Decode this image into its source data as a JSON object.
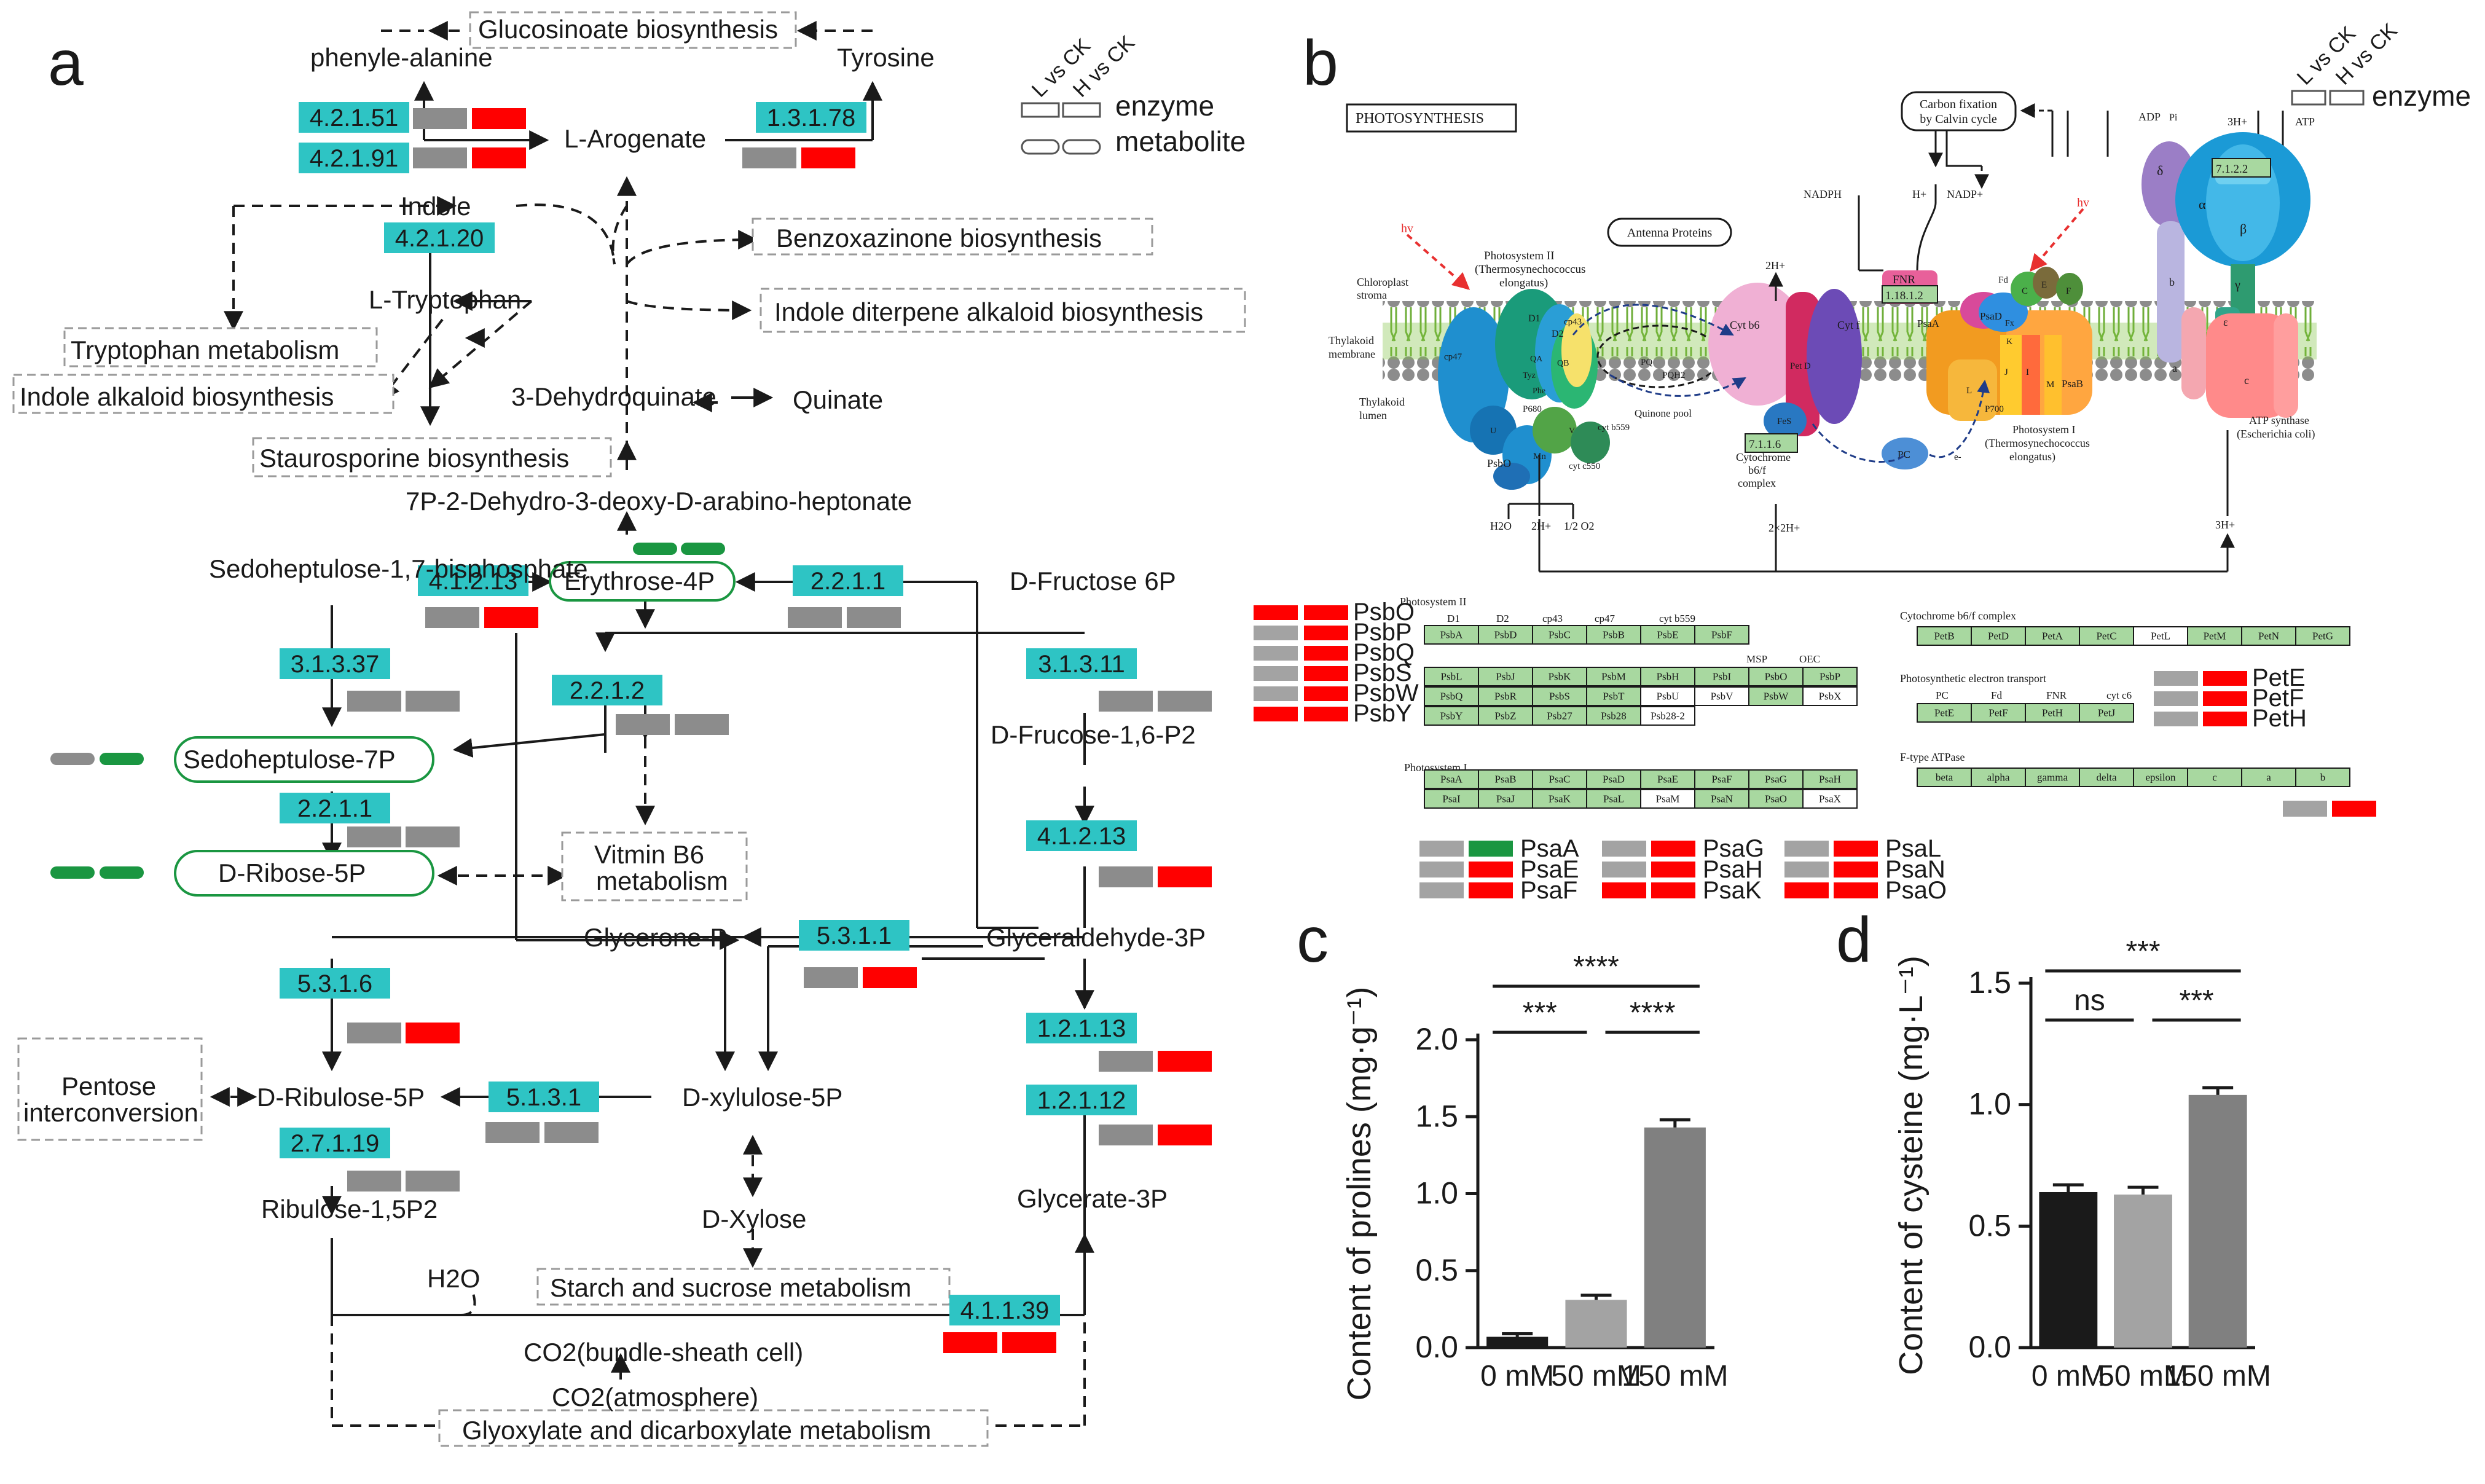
{
  "panel_letters": {
    "a": "a",
    "b": "b",
    "c": "c",
    "d": "d"
  },
  "colors": {
    "teal": "#2ec4c4",
    "gray": "#8c8c8c",
    "red": "#ff0000",
    "green": "#1a9641",
    "mem_green": "#7bbf3c",
    "pale_green": "#a8d8a0",
    "axis": "#1a1a1a",
    "bar_black": "#1a1a1a",
    "bar_lightgray": "#a3a3a3",
    "bar_gray": "#808080"
  },
  "legend_a": {
    "lvsck": "L vs CK",
    "hvsck": "H vs CK",
    "enzyme": "enzyme",
    "metabolite": "metabolite"
  },
  "legend_b": {
    "lvsck": "L vs CK",
    "hvsck": "H vs CK",
    "enzyme": "enzyme"
  },
  "pathway_a": {
    "metabolites": {
      "phenylalanine": "phenyle-alanine",
      "tyrosine": "Tyrosine",
      "arogenate": "L-Arogenate",
      "indole": "Indole",
      "tryptophan": "L-Tryptophan",
      "dehydroquinate": "3-Dehydroquinate",
      "quinate": "Quinate",
      "dahp": "7P-2-Dehydro-3-deoxy-D-arabino-heptonate",
      "sbp": "Sedoheptulose-1,7-bisphosphate",
      "e4p": "Erythrose-4P",
      "f6p": "D-Fructose 6P",
      "s7p": "Sedoheptulose-7P",
      "fbp": "D-Frucose-1,6-P2",
      "r5p": "D-Ribose-5P",
      "glycerone": "Glycerone-P",
      "g3p": "Glyceraldehyde-3P",
      "ru5p": "D-Ribulose-5P",
      "xu5p": "D-xylulose-5P",
      "rubp": "Ribulose-1,5P2",
      "xylose": "D-Xylose",
      "glycerate": "Glycerate-3P",
      "h2o": "H2O",
      "co2_bundle": "CO2(bundle-sheath cell)",
      "co2_atm": "CO2(atmosphere)"
    },
    "pathways": {
      "glucosinolate": "Glucosinoate biosynthesis",
      "benzoxazinone": "Benzoxazinone biosynthesis",
      "indole_diterpene": "Indole diterpene alkaloid biosynthesis",
      "trp_metabolism": "Tryptophan metabolism",
      "indole_alkaloid": "Indole alkaloid biosynthesis",
      "staurosporine": "Staurosporine biosynthesis",
      "vitb6_1": "Vitmin B6",
      "vitb6_2": "metabolism",
      "pentose_1": "Pentose",
      "pentose_2": "interconversion",
      "starch": "Starch and sucrose metabolism",
      "glyoxylate": "Glyoxylate and dicarboxylate metabolism"
    },
    "enzymes": {
      "e4_2_1_51": "4.2.1.51",
      "e4_2_1_91": "4.2.1.91",
      "e1_3_1_78": "1.3.1.78",
      "e4_2_1_20": "4.2.1.20",
      "e4_1_2_13a": "4.1.2.13",
      "e2_2_1_1": "2.2.1.1",
      "e3_1_3_11": "3.1.3.11",
      "e3_1_3_37": "3.1.3.37",
      "e2_2_1_2": "2.2.1.2",
      "e2_2_1_1b": "2.2.1.1",
      "e4_1_2_13b": "4.1.2.13",
      "e5_3_1_1": "5.3.1.1",
      "e5_3_1_6": "5.3.1.6",
      "e1_2_1_13": "1.2.1.13",
      "e5_1_3_1": "5.1.3.1",
      "e1_2_1_12": "1.2.1.12",
      "e2_7_1_19": "2.7.1.19",
      "e4_1_1_39": "4.1.1.39"
    }
  },
  "panel_b": {
    "title": "PHOTOSYNTHESIS",
    "carbon1": "Carbon fixation",
    "carbon2": "by Calvin cycle",
    "antenna": "Antenna Proteins",
    "nadph": "NADPH",
    "hplus": "H+",
    "nadp": "NADP+",
    "adp": "ADP",
    "pi": "Pi",
    "h3": "3H+",
    "atp": "ATP",
    "hv": "hv",
    "chloro1": "Chloroplast",
    "chloro2": "stroma",
    "thy1": "Thylakoid",
    "thy2": "membrane",
    "lum1": "Thylakoid",
    "lum2": "lumen",
    "ps2_1": "Photosystem II",
    "ps2_2": "(Thermosynechococcus",
    "ps2_3": "elongatus)",
    "ps1_1": "Photosystem I",
    "ps1_2": "(Thermosynechococcus",
    "ps1_3": "elongatus)",
    "atps1": "ATP synthase",
    "atps2": "(Escherichia coli)",
    "cytb6f1": "Cytochrome",
    "cytb6f2": "b6/f",
    "cytb6f3": "complex",
    "quinone": "Quinone pool",
    "h2o": "H2O",
    "h2b": "2H+",
    "o2": "1/2 O2",
    "h2_top": "2H+",
    "h2x2": "2×2H+",
    "h3_bot": "3H+",
    "fnr": "FNR",
    "ec_fnr": "1.18.1.2",
    "ec_cyt": "7.1.1.6",
    "ec_atp": "7.1.2.2",
    "psbO": "PsbO",
    "cytc550": "cyt c550",
    "cytb559": "cyt b559",
    "mn": "Mn",
    "pc": "PC",
    "e_minus": "e-",
    "cytb6": "Cyt b6",
    "cytf": "Cyt f",
    "petd": "Pet D",
    "fes": "FeS",
    "psaA": "PsaA",
    "psaB": "PsaB",
    "psaD": "PsaD",
    "psaC": "C",
    "psaE": "E",
    "psaF": "F",
    "fd": "Fd",
    "p680": "P680",
    "p700": "P700",
    "d1": "D1",
    "d2": "D2",
    "cp43": "cp43",
    "cp47": "cp47",
    "pq": "PQ",
    "pqh2": "PQH2",
    "alpha": "α",
    "beta": "β",
    "gamma": "γ",
    "delta": "δ",
    "eps": "ε",
    "sub_a": "a",
    "sub_b": "b",
    "sub_c": "c",
    "small": {
      "qa": "QA",
      "qb": "QB",
      "tyz": "Tyz",
      "pheo": "Phe",
      "fex": "Fx",
      "l": "L",
      "i": "I",
      "m": "M",
      "j": "J",
      "k": "K",
      "v": "V",
      "u": "U"
    },
    "ps2_table": {
      "section": "Photosystem II",
      "hdr1": [
        "D1",
        "D2",
        "cp43",
        "cp47",
        "cyt b559"
      ],
      "row1": [
        "PsbA",
        "PsbD",
        "PsbC",
        "PsbB",
        "PsbE",
        "PsbF"
      ],
      "row2": [
        "PsbL",
        "PsbJ",
        "PsbK",
        "PsbM",
        "PsbH",
        "PsbI",
        "PsbO",
        "PsbP"
      ],
      "hdr2": [
        "MSP",
        "OEC"
      ],
      "row3": [
        "PsbQ",
        "PsbR",
        "PsbS",
        "PsbT",
        "PsbU",
        "PsbV",
        "PsbW",
        "PsbX"
      ],
      "row4": [
        "PsbY",
        "PsbZ",
        "Psb27",
        "Psb28",
        "Psb28-2"
      ]
    },
    "ps1_table": {
      "section": "Photosystem I",
      "row1": [
        "PsaA",
        "PsaB",
        "PsaC",
        "PsaD",
        "PsaE",
        "PsaF",
        "PsaG",
        "PsaH"
      ],
      "row2": [
        "PsaI",
        "PsaJ",
        "PsaK",
        "PsaL",
        "PsaM",
        "PsaN",
        "PsaO",
        "PsaX"
      ]
    },
    "cyt_table": {
      "section": "Cytochrome b6/f complex",
      "row": [
        "PetB",
        "PetD",
        "PetA",
        "PetC",
        "PetL",
        "PetM",
        "PetN",
        "PetG"
      ]
    },
    "pet_table": {
      "section": "Photosynthetic electron transport",
      "hdr": [
        "PC",
        "Fd",
        "FNR",
        "cyt c6"
      ],
      "row": [
        "PetE",
        "PetF",
        "PetH",
        "PetJ"
      ]
    },
    "atp_table": {
      "section": "F-type ATPase",
      "row": [
        "beta",
        "alpha",
        "gamma",
        "delta",
        "epsilon",
        "c",
        "a",
        "b"
      ]
    },
    "psb_labels": [
      "PsbO",
      "PsbP",
      "PsbQ",
      "PsbS",
      "PsbW",
      "PsbY"
    ],
    "pet_labels": [
      "PetE",
      "PetF",
      "PetH"
    ],
    "psa_labels": [
      "PsaA",
      "PsaE",
      "PsaF",
      "PsaG",
      "PsaH",
      "PsaK",
      "PsaL",
      "PsaN",
      "PsaO"
    ]
  },
  "chart_data": [
    {
      "type": "bar",
      "panel": "c",
      "categories": [
        "0 mM",
        "50 mM",
        "150 mM"
      ],
      "values": [
        0.07,
        0.31,
        1.43
      ],
      "errors": [
        0.02,
        0.03,
        0.05
      ],
      "ylabel": "Content of prolines (mg·g⁻¹)",
      "ylim": [
        0,
        2.0
      ],
      "yticks": [
        0.0,
        0.5,
        1.0,
        1.5,
        2.0
      ],
      "yticklabels": [
        "0.0",
        "0.5",
        "1.0",
        "1.5",
        "2.0"
      ],
      "bar_colors": [
        "#1a1a1a",
        "#a3a3a3",
        "#808080"
      ],
      "significance": [
        {
          "label": "***",
          "from": 0,
          "to": 1
        },
        {
          "label": "****",
          "from": 1,
          "to": 2
        },
        {
          "label": "****",
          "from": 0,
          "to": 2
        }
      ]
    },
    {
      "type": "bar",
      "panel": "d",
      "categories": [
        "0 mM",
        "50 mM",
        "150 mM"
      ],
      "values": [
        0.64,
        0.63,
        1.04
      ],
      "errors": [
        0.03,
        0.03,
        0.03
      ],
      "ylabel": "Content of cysteine (mg·L⁻¹)",
      "ylim": [
        0,
        1.5
      ],
      "yticks": [
        0.0,
        0.5,
        1.0,
        1.5
      ],
      "yticklabels": [
        "0.0",
        "0.5",
        "1.0",
        "1.5"
      ],
      "bar_colors": [
        "#1a1a1a",
        "#a3a3a3",
        "#808080"
      ],
      "significance": [
        {
          "label": "ns",
          "from": 0,
          "to": 1
        },
        {
          "label": "***",
          "from": 1,
          "to": 2
        },
        {
          "label": "***",
          "from": 0,
          "to": 2
        }
      ]
    }
  ]
}
